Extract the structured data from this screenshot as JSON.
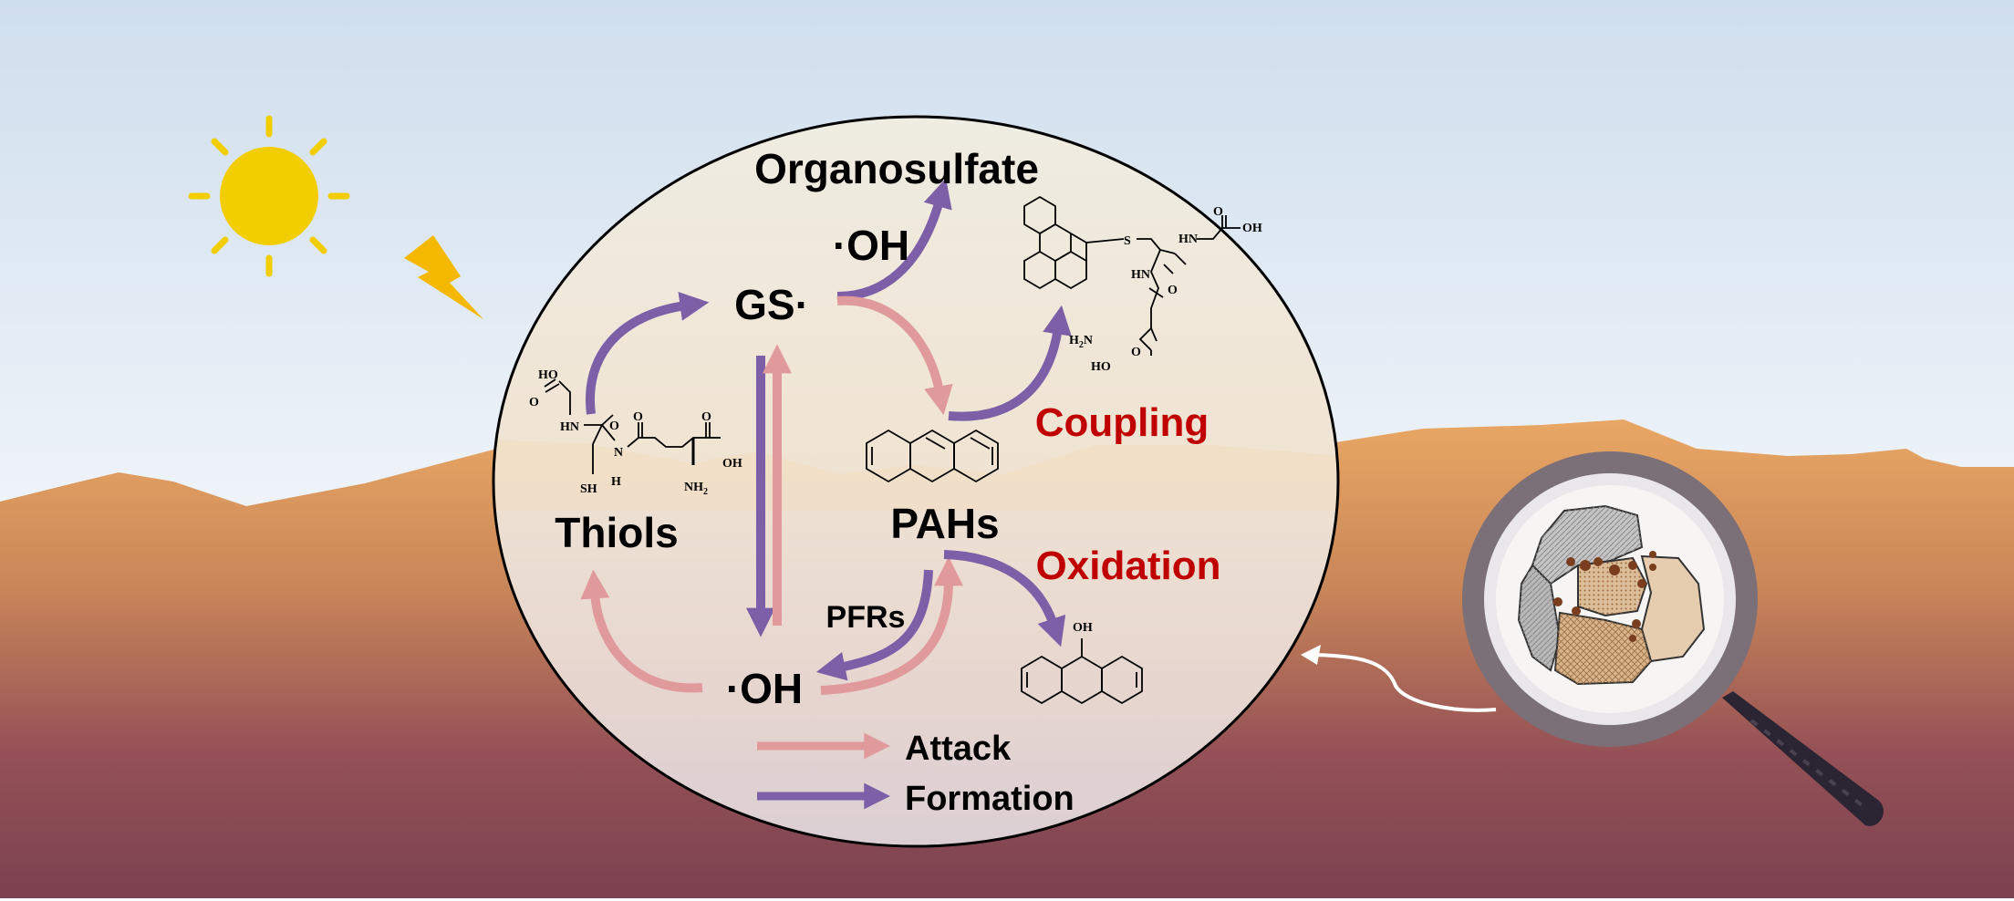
{
  "labels": {
    "organosulfate": "Organosulfate",
    "oh_top": "·OH",
    "gs_radical": "GS·",
    "coupling": "Coupling",
    "pahs": "PAHs",
    "oxidation": "Oxidation",
    "thiols": "Thiols",
    "pfrs": "PFRs",
    "oh_bottom": "·OH"
  },
  "legend": {
    "attack_label": "Attack",
    "formation_label": "Formation"
  },
  "structure_text": {
    "glutathione": {
      "ho": "HO",
      "o1": "O",
      "hn": "HN",
      "o2": "O",
      "n": "N",
      "h": "H",
      "o3": "O",
      "oh": "OH",
      "sh": "SH",
      "nh2": "NH",
      "sub2": "2"
    },
    "conjugate": {
      "s": "S",
      "hn1": "HN",
      "o1": "O",
      "oh": "OH",
      "hn2": "HN",
      "o2": "O",
      "h2n": "H",
      "sub2": "2",
      "n": "N",
      "o3": "O",
      "ho": "HO"
    },
    "hydroxy_anthracene": {
      "oh": "OH"
    }
  },
  "colors": {
    "attack": "#e09a9c",
    "formation": "#7d5fa8",
    "highlight_text": "#c00000",
    "sun": "#f2cd00",
    "lightning": "#f5b800",
    "sky_top": "#cfdeed",
    "ground_mid": "#e7a263",
    "ground_bottom": "#7b4250"
  },
  "icons": [
    "sun-icon",
    "lightning-icon",
    "magnifier-icon",
    "soil-particle-icon"
  ]
}
